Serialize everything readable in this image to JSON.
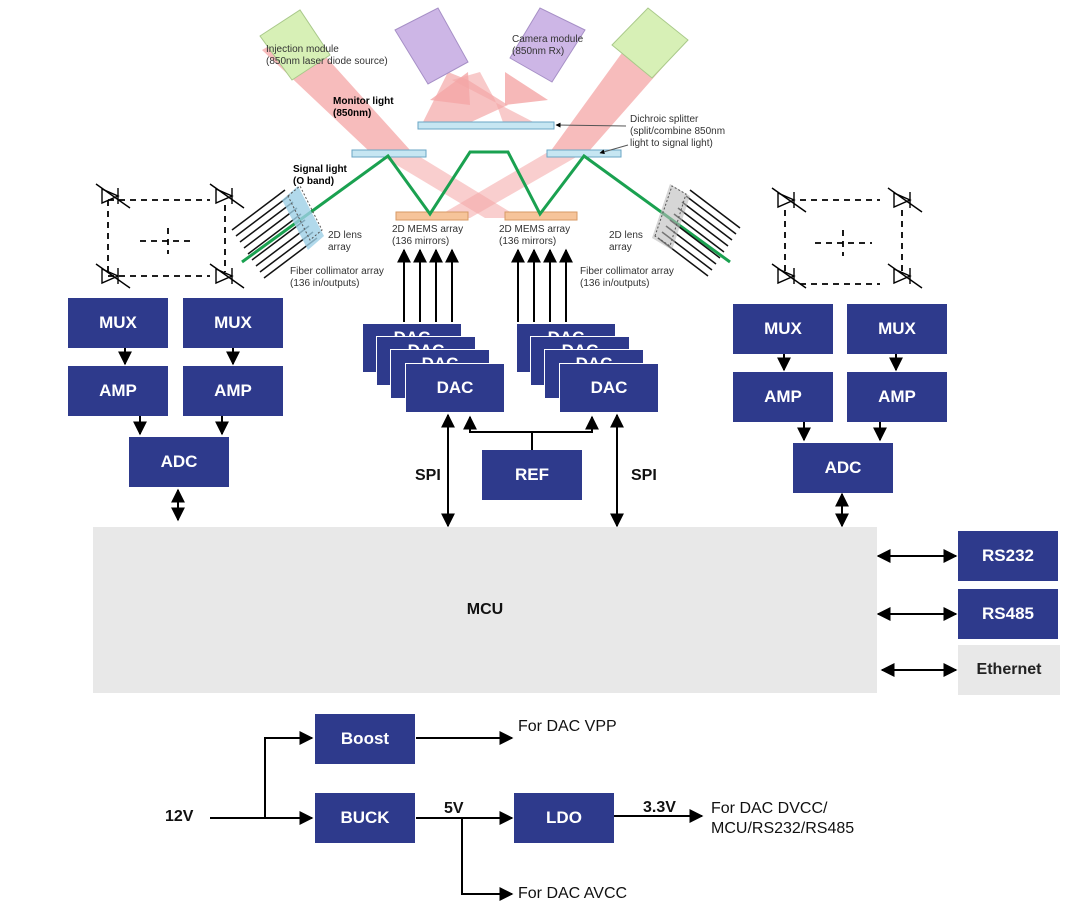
{
  "optics": {
    "injection_module": "Injection module\n(850nm laser diode source)",
    "camera_module": "Camera module\n(850nm Rx)",
    "monitor_light": "Monitor light\n(850nm)",
    "dichroic_splitter": "Dichroic splitter\n(split/combine 850nm\nlight to signal light)",
    "signal_light": "Signal light\n(O band)",
    "lens_array_left": "2D lens\narray",
    "lens_array_right": "2D lens\narray",
    "mems_left": "2D MEMS array\n(136 mirrors)",
    "mems_right": "2D MEMS array\n(136 mirrors)",
    "fiber_left": "Fiber collimator array\n(136 in/outputs)",
    "fiber_right": "Fiber collimator array\n(136 in/outputs)"
  },
  "blocks": {
    "mux": "MUX",
    "amp": "AMP",
    "adc": "ADC",
    "dac": "DAC",
    "ref": "REF",
    "mcu": "MCU",
    "rs232": "RS232",
    "rs485": "RS485",
    "ethernet": "Ethernet",
    "boost": "Boost",
    "buck": "BUCK",
    "ldo": "LDO"
  },
  "labels": {
    "spi_left": "SPI",
    "spi_right": "SPI",
    "v12": "12V",
    "v5": "5V",
    "v33": "3.3V",
    "for_vpp": "For DAC VPP",
    "for_dvcc": "For DAC DVCC/\nMCU/RS232/RS485",
    "for_avcc": "For DAC AVCC"
  },
  "colors": {
    "block": "#2e3a8c",
    "mcu_bg": "#e8e8e8",
    "beam": "#f4a6a6",
    "signal": "#1aa150",
    "injection": "#d7f0b6",
    "camera": "#cdb6e6",
    "splitter": "#c6e6f2",
    "mems": "#f6c49a"
  }
}
